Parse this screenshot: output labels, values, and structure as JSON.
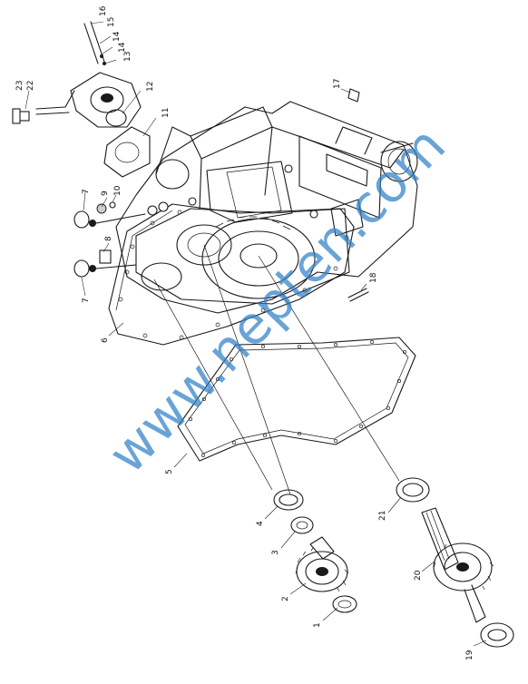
{
  "watermark": "www.nepten.com",
  "callouts": [
    {
      "id": "c1",
      "label": "1"
    },
    {
      "id": "c2",
      "label": "2"
    },
    {
      "id": "c3",
      "label": "3"
    },
    {
      "id": "c4",
      "label": "4"
    },
    {
      "id": "c5",
      "label": "5"
    },
    {
      "id": "c6",
      "label": "6"
    },
    {
      "id": "c7a",
      "label": "7"
    },
    {
      "id": "c7b",
      "label": "7"
    },
    {
      "id": "c8",
      "label": "8"
    },
    {
      "id": "c9",
      "label": "9"
    },
    {
      "id": "c10",
      "label": "10"
    },
    {
      "id": "c11",
      "label": "11"
    },
    {
      "id": "c12",
      "label": "12"
    },
    {
      "id": "c13",
      "label": "13"
    },
    {
      "id": "c14a",
      "label": "14"
    },
    {
      "id": "c14b",
      "label": "14"
    },
    {
      "id": "c15",
      "label": "15"
    },
    {
      "id": "c16",
      "label": "16"
    },
    {
      "id": "c17",
      "label": "17"
    },
    {
      "id": "c18",
      "label": "18"
    },
    {
      "id": "c19",
      "label": "19"
    },
    {
      "id": "c20",
      "label": "20"
    },
    {
      "id": "c21",
      "label": "21"
    },
    {
      "id": "c22",
      "label": "22"
    },
    {
      "id": "c23",
      "label": "23"
    }
  ]
}
